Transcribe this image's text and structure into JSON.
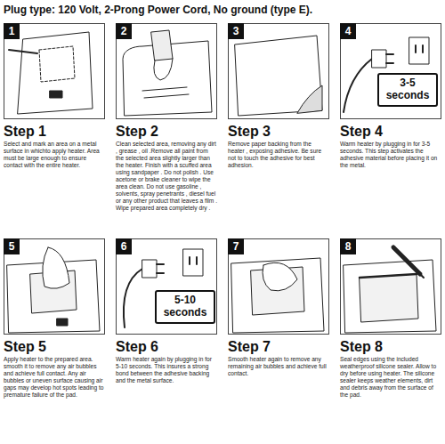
{
  "diagram": {
    "title": "Plug type: 120 Volt, 2-Prong Power Cord, No ground (type E).",
    "nodes": [
      {
        "text": [
          "Step 1",
          "Select and mark an area on a metal surface in whichto apply heater. Area must be large enough to ensure contact with the entire heater."
        ]
      },
      {
        "text": [
          "1"
        ],
        "in": 0
      },
      {
        "text": [
          "Step 2",
          "Clean selected area, removing any dirt , grease , oil .Remove all paint from the selected area slightly larger than the heater. Finish with a scuffed area using sandpaper . Do not polish . Use acetone or brake cleaner to wipe the area clean. Do not use gasoline , solvents, spray penetrants , diesel fuel or any other product that leaves a film . Wipe prepared area completely dry ."
        ]
      },
      {
        "text": [
          "2"
        ],
        "in": 2
      },
      {
        "text": [
          "Step 3",
          "Remove paper backing from the heater , exposing adhesive. Be sure not to touch the adhesive for best adhesion."
        ]
      },
      {
        "text": [
          "3"
        ],
        "in": 4
      },
      {
        "text": [
          "Step 4",
          "Warm heater by plugging in for 3-5 seconds. This step activates the adhesive material before placing it on the metal."
        ]
      },
      {
        "text": [
          "4"
        ],
        "in": 6
      },
      {
        "text": [
          "3-5 seconds"
        ],
        "in": 6
      },
      {
        "text": [
          "Step 5",
          "Apply heater to the prepared area. smooth it to remove any air bubbles and achieve full contact. Any air bubbles or uneven surface causing air gaps may develop hot spots leading to premature failure of the pad."
        ]
      },
      {
        "text": [
          "5"
        ],
        "in": 9
      },
      {
        "text": [
          "Step 6",
          "Warm heater again by plugging in for 5-10 seconds. This insures a strong bond between the adhesive backing and the metal surface."
        ]
      },
      {
        "text": [
          "6"
        ],
        "in": 11
      },
      {
        "text": [
          "5-10 seconds"
        ],
        "in": 11
      },
      {
        "text": [
          "Step 7",
          "Smooth heater again to remove any remaining air bubbles and achieve full contact."
        ]
      },
      {
        "text": [
          "7"
        ],
        "in": 14
      },
      {
        "text": [
          "Step 8",
          "Seal edges using the included weatherproof silicone sealer. Allow to dry before using heater. The silicone sealer keeps weather elements, dirt and debris away from the surface of the pad."
        ]
      },
      {
        "text": [
          "8"
        ],
        "in": 16
      }
    ]
  }
}
